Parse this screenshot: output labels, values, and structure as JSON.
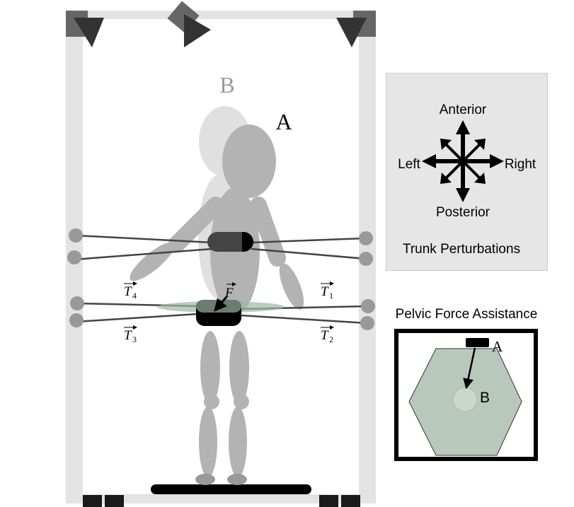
{
  "figure": {
    "subject_labels": {
      "previous_position": "B",
      "current_position": "A"
    },
    "cable_labels": {
      "t1": "T",
      "t1_sub": "1",
      "t2": "T",
      "t2_sub": "2",
      "t3": "T",
      "t3_sub": "3",
      "t4": "T",
      "t4_sub": "4"
    },
    "force_label": "F"
  },
  "trunk_panel": {
    "anterior": "Anterior",
    "posterior": "Posterior",
    "left": "Left",
    "right": "Right",
    "title": "Trunk Perturbations"
  },
  "pelvic_panel": {
    "title": "Pelvic Force Assistance",
    "point_a": "A",
    "point_b": "B"
  },
  "colors": {
    "frame": "#e3e3e3",
    "camera": "#333333",
    "subject_current": "#b3b3b3",
    "subject_previous": "#e0e0e0",
    "pelvic_zone": "#b8c8bc"
  }
}
